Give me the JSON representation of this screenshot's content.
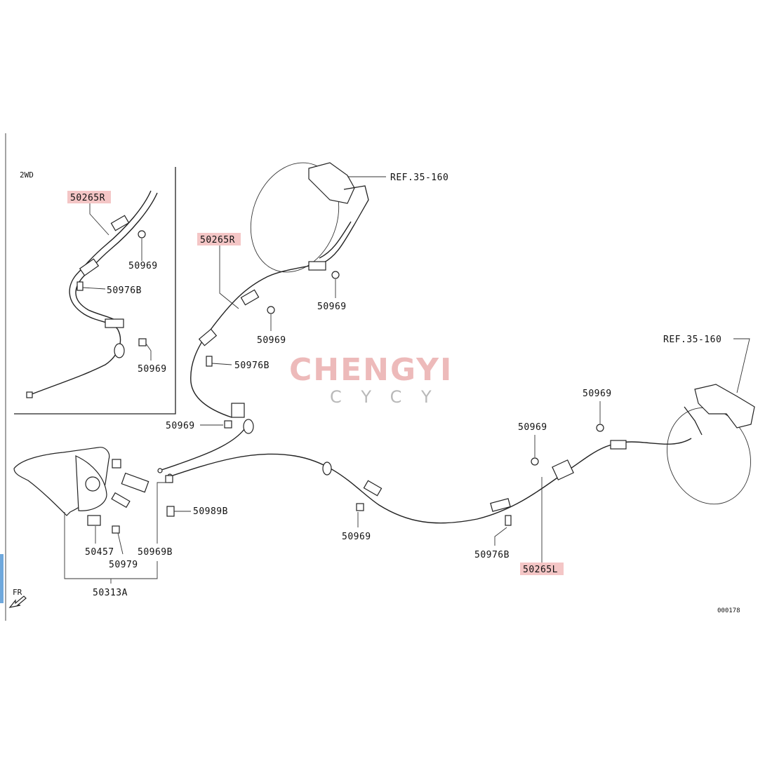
{
  "inset": {
    "label": "2WD"
  },
  "ref_labels": [
    "REF.35-160",
    "REF.35-160"
  ],
  "highlighted_parts": [
    "50265R",
    "50265R",
    "50265L"
  ],
  "parts": {
    "inset_50969_a": "50969",
    "inset_50976B": "50976B",
    "inset_50969_b": "50969",
    "main_50969_top": "50969",
    "main_50969_mid": "50969",
    "main_50976B_left": "50976B",
    "main_50969_left": "50969",
    "main_50989B": "50989B",
    "main_50457": "50457",
    "main_50979": "50979",
    "main_50969B": "50969B",
    "main_50313A": "50313A",
    "main_50969_center": "50969",
    "main_50969_right1": "50969",
    "main_50969_right2": "50969",
    "main_50976B_right": "50976B"
  },
  "direction_label": "FR",
  "figure_id": "000178",
  "watermark": {
    "brand": "CHENGYI",
    "sub": "CYCY"
  }
}
